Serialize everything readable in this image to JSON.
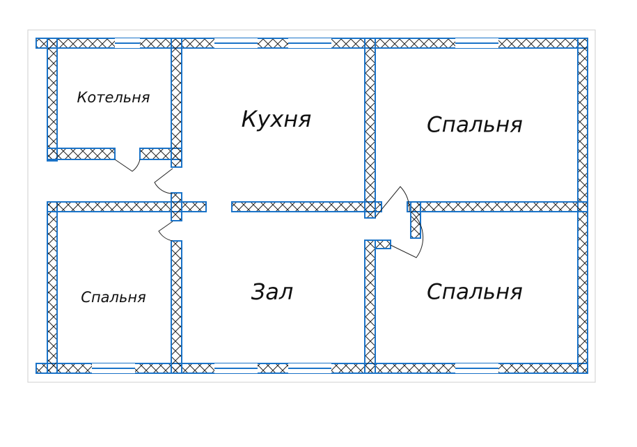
{
  "plan": {
    "wall_color": "#1a73c8",
    "hatch_color": "#222222",
    "frame_color": "#cfcfcf",
    "rooms": [
      {
        "id": "boiler",
        "label": "Котельня"
      },
      {
        "id": "kitchen",
        "label": "Кухня"
      },
      {
        "id": "bedroom-ne",
        "label": "Спальня"
      },
      {
        "id": "bedroom-sw",
        "label": "Спальня"
      },
      {
        "id": "hall",
        "label": "Зал"
      },
      {
        "id": "bedroom-se",
        "label": "Спальня"
      }
    ]
  }
}
